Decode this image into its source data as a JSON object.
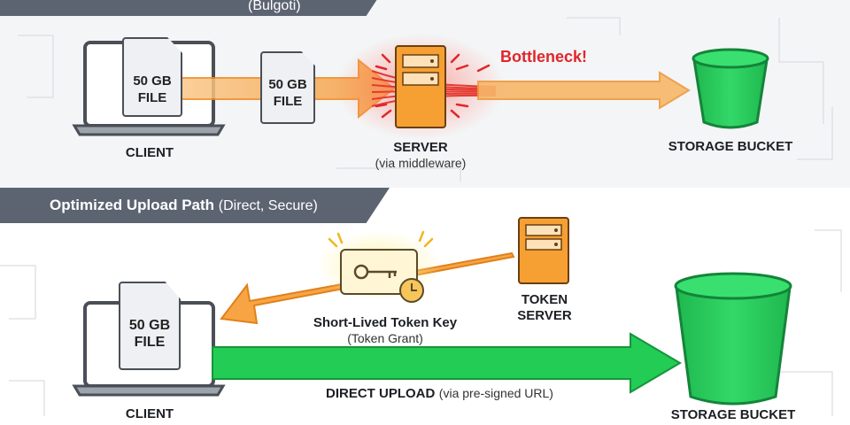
{
  "top_section": {
    "banner_sub": "(Bulgoti)",
    "client_label": "CLIENT",
    "file_text_line1": "50 GB",
    "file_text_line2": "FILE",
    "moving_file_line1": "50 GB",
    "moving_file_line2": "FILE",
    "server_label": "SERVER",
    "server_sublabel": "(via middleware)",
    "bottleneck_text": "Bottleneck!",
    "storage_label": "STORAGE BUCKET"
  },
  "bottom_section": {
    "banner_title": "Optimized Upload Path",
    "banner_sub": "(Direct, Secure)",
    "client_label": "CLIENT",
    "file_text_line1": "50 GB",
    "file_text_line2": "FILE",
    "token_server_line1": "TOKEN",
    "token_server_line2": "SERVER",
    "token_key_label": "Short-Lived Token Key",
    "token_key_sublabel": "(Token Grant)",
    "direct_upload_label": "DIRECT UPLOAD",
    "direct_upload_sub": "(via pre-signed URL)",
    "storage_label": "STORAGE BUCKET"
  },
  "colors": {
    "upload_arrow_orange": "#f7a544",
    "bottleneck_red": "#e0262b",
    "direct_green": "#22cc55",
    "bucket_green": "#2ed162",
    "server_orange": "#f6a033",
    "banner_gray": "#5c6472"
  },
  "icons": [
    "laptop-icon",
    "file-icon",
    "server-icon",
    "bucket-icon",
    "key-icon",
    "clock-icon"
  ]
}
